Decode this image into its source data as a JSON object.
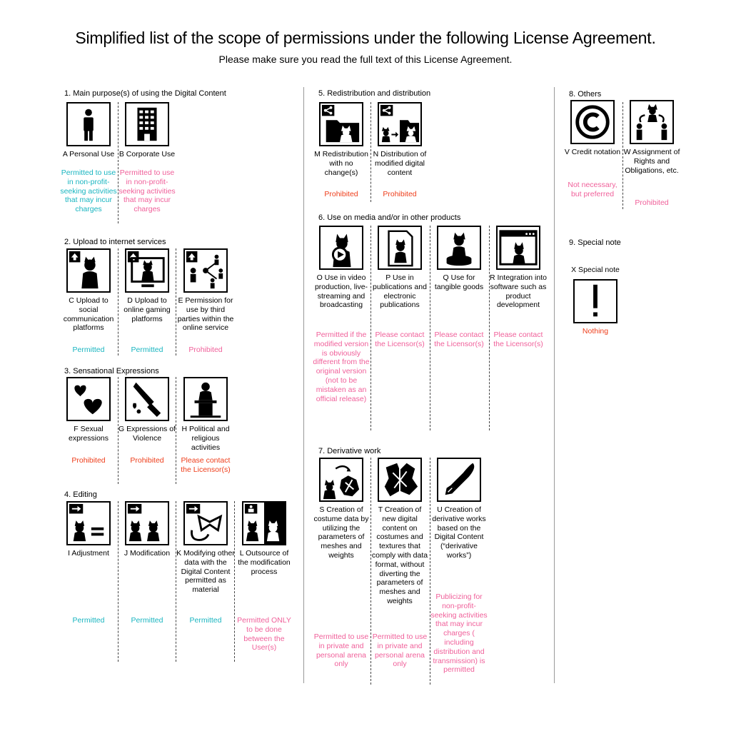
{
  "header": {
    "title": "Simplified list of the scope of permissions under the following License Agreement.",
    "subtitle": "Please make sure you read the full text of this License Agreement."
  },
  "sections": {
    "s1": "1. Main purpose(s) of using the Digital Content",
    "s2": "2. Upload to internet services",
    "s3": "3. Sensational Expressions",
    "s4": "4. Editing",
    "s5": "5. Redistribution and distribution",
    "s6": "6. Use on media and/or in other products",
    "s7": "7. Derivative work",
    "s8": "8. Others",
    "s9": "9. Special note"
  },
  "items": {
    "A": {
      "label": "A Personal Use",
      "status": "Permitted to use in non-profit-seeking activities that may incur charges",
      "status_color": "#19b5c0"
    },
    "B": {
      "label": "B Corporate Use",
      "status": "Permitted to use in non-profit-seeking activities that may incur charges",
      "status_color": "#f0609a"
    },
    "C": {
      "label": "C Upload to social communication platforms",
      "status": "Permitted",
      "status_color": "#19b5c0"
    },
    "D": {
      "label": "D Upload to online gaming platforms",
      "status": "Permitted",
      "status_color": "#19b5c0"
    },
    "E": {
      "label": "E Permission for use by third parties within the online service",
      "status": "Prohibited",
      "status_color": "#f0609a"
    },
    "F": {
      "label": "F Sexual expressions",
      "status": "Prohibited",
      "status_color": "#ee3d1a"
    },
    "G": {
      "label": "G Expressions of Violence",
      "status": "Prohibited",
      "status_color": "#ee3d1a"
    },
    "H": {
      "label": "H Political and religious activities",
      "status": "Please contact the Licensor(s)",
      "status_color": "#ee3d1a"
    },
    "I": {
      "label": "I Adjustment",
      "status": "Permitted",
      "status_color": "#19b5c0"
    },
    "J": {
      "label": "J Modification",
      "status": "Permitted",
      "status_color": "#19b5c0"
    },
    "K": {
      "label": "K Modifying other data with the Digital Content permitted as material",
      "status": "Permitted",
      "status_color": "#19b5c0"
    },
    "L": {
      "label": "L Outsource of the modification process",
      "status": "Permitted ONLY to be done between the User(s)",
      "status_color": "#f0609a"
    },
    "M": {
      "label": "M Redistribution with no change(s)",
      "status": "Prohibited",
      "status_color": "#ee3d1a"
    },
    "N": {
      "label": "N Distribution of modified digital content",
      "status": "Prohibited",
      "status_color": "#ee3d1a"
    },
    "O": {
      "label": "O Use in video production, live-streaming and broadcasting",
      "status": "Permitted if the modified version is obviously different from the original version (not to be mistaken as an official release)",
      "status_color": "#f0609a"
    },
    "P": {
      "label": "P Use in publications and electronic publications",
      "status": "Please contact the Licensor(s)",
      "status_color": "#f0609a"
    },
    "Q": {
      "label": "Q Use for tangible goods",
      "status": "Please contact the Licensor(s)",
      "status_color": "#f0609a"
    },
    "R": {
      "label": "R Integration into software such as product development",
      "status": "Please contact the Licensor(s)",
      "status_color": "#f0609a"
    },
    "S": {
      "label": "S Creation of costume data by utilizing the parameters of meshes and weights",
      "status": "Permitted to use in private and personal arena only",
      "status_color": "#f0609a"
    },
    "T": {
      "label": "T Creation of new digital content on costumes and textures that comply with data format, without diverting the parameters of meshes and weights",
      "status": "Permitted to use in private and personal arena only",
      "status_color": "#f0609a"
    },
    "U": {
      "label": "U Creation of derivative works based on the Digital Content (“derivative works”)",
      "status": "Publicizing for non-profit-seeking activities that may incur charges ( including distribution and transmission) is permitted",
      "status_color": "#f0609a"
    },
    "V": {
      "label": "V Credit notation",
      "status": "Not necessary, but preferred",
      "status_color": "#f0609a"
    },
    "W": {
      "label": "W Assignment of Rights and Obligations, etc.",
      "status": "Prohibited",
      "status_color": "#f0609a"
    },
    "X": {
      "label": "X Special note",
      "status": "Nothing",
      "status_color": "#ee3d1a"
    }
  }
}
